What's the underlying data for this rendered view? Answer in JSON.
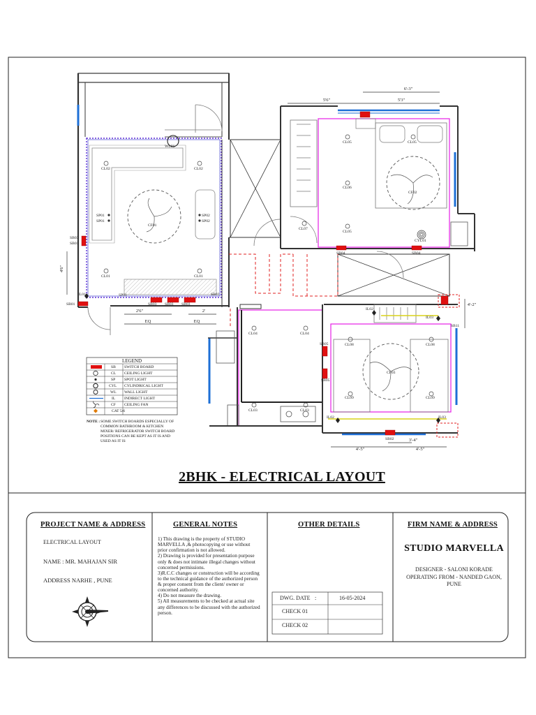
{
  "drawing_title": "2BHK - ELECTRICAL LAYOUT",
  "plan": {
    "dimensions": [
      "6'-3\"",
      "5'6\"",
      "5'3\"",
      "4'6\"",
      "2'6\"",
      "2'",
      "EQ",
      "EQ",
      "4'-2\"",
      "4'-5\"",
      "3'-4\"",
      "4'-5\""
    ],
    "labels": [
      "WL01",
      "CL02",
      "CL02",
      "SP01",
      "SP01",
      "SP02",
      "SP02",
      "CF01",
      "CL01",
      "CL01",
      "SB03",
      "SB01",
      "IL01",
      "SP01",
      "SB03",
      "SB03",
      "SB03",
      "SB03",
      "SB01",
      "CL05",
      "CL05",
      "CL06",
      "CF02",
      "CL07",
      "CL05",
      "CYL01",
      "SB04",
      "SB04",
      "IL02",
      "IL03",
      "SB11",
      "CL04",
      "CL04",
      "CL08",
      "CL08",
      "CF03",
      "SB05",
      "SB05",
      "CL09",
      "CL09",
      "CL03",
      "CL03",
      "IL02",
      "IL03",
      "SB02"
    ]
  },
  "legend": {
    "title": "LEGEND",
    "rows": [
      {
        "code": "SB",
        "desc": "SWITCH BOARD",
        "icon": "switchboard-symbol"
      },
      {
        "code": "CL",
        "desc": "CEILING LIGHT",
        "icon": "ceiling-light-symbol"
      },
      {
        "code": "SP",
        "desc": "SPOT LIGHT",
        "icon": "spot-light-symbol"
      },
      {
        "code": "CYL",
        "desc": "CYLINDRICAL LIGHT",
        "icon": "cylindrical-light-symbol"
      },
      {
        "code": "WL",
        "desc": "WALL LIGHT",
        "icon": "wall-light-symbol"
      },
      {
        "code": "IL",
        "desc": "INDIRECT LIGHT",
        "icon": "indirect-light-symbol"
      },
      {
        "code": "CF",
        "desc": "CEILING FAN",
        "icon": "ceiling-fan-symbol"
      },
      {
        "code": "",
        "desc": "CAT 5/6",
        "icon": "cat-socket-symbol"
      }
    ],
    "note_label": "NOTE :",
    "note_lines": [
      "SOME SWITCH BOARDS ESPECIALLY OF",
      "COMMON BATHROOM & KITCHEN",
      "MIXER/ REFRIGERATOR SWITCH BOARD",
      "POSITIONS CAN BE KEPT AS IT IS AND",
      "USED AS IT IS"
    ]
  },
  "title_block": {
    "project_header": "PROJECT NAME & ADDRESS",
    "project_name": "ELECTRICAL LAYOUT",
    "client": "NAME : MR. MAHAJAN SIR",
    "address": "ADDRESS NARHE , PUNE",
    "notes_header": "GENERAL NOTES",
    "notes": [
      "1) This drawing is the property of STUDIO MARVELLA ,& photocopying or use without",
      "prior confirmation is not allowed.",
      "2) Drawing is provided for presentation purpose only & does not intimate illegal changes without concerned permissions.",
      "3)R.C.C changes or construction will be according to the technical guidance of the authorized person & proper consent from the client/ owner or concerned authority.",
      "4) Do not measure the drawing.",
      "5) All measurements to be checked at actual site any differences to be discussed with the authorized person."
    ],
    "other_header": "OTHER DETAILS",
    "dwg_date_label": "DWG. DATE",
    "dwg_date_colon": ":",
    "dwg_date": "16-05-2024",
    "check1": "CHECK 01",
    "check2": "CHECK 02",
    "firm_header": "FIRM NAME & ADDRESS",
    "firm_name": "STUDIO MARVELLA",
    "designer": "DESIGNER - SALONI KORADE",
    "operating": "OPERATING FROM - NANDED GAON,",
    "city": "PUNE"
  },
  "colors": {
    "ink": "#111111",
    "wall": "#555555",
    "magenta": "#e51ee5",
    "switchboard_red": "#e01010",
    "window_blue": "#1e6fd6",
    "circuit_red_dash": "#e02020",
    "indirect_yellow": "#d8d21a",
    "room_purple": "#5b2fd6"
  }
}
